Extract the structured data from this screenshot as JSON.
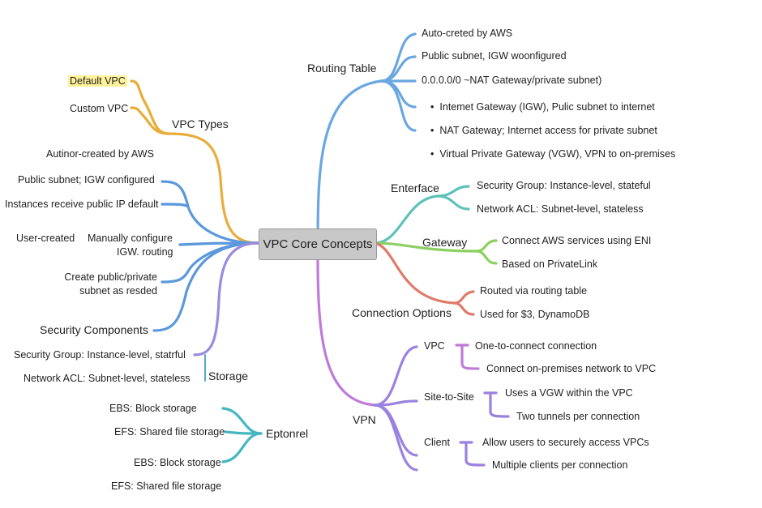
{
  "center": "VPC Core Concepts",
  "vpc_types": {
    "label": "VPC Types",
    "default_vpc": "Default VPC",
    "custom_vpc": "Custom VPC"
  },
  "left_default": {
    "heading": "Autinor-created by AWS",
    "items": [
      "Public subnet; IGW configured",
      "Instances receive public IP default"
    ]
  },
  "left_user": {
    "user_created": "User-created",
    "manual_1": "Manually configure",
    "manual_2": "IGW. routing",
    "subnet_1": "Create public/private",
    "subnet_2": "subnet as resded"
  },
  "security": {
    "label": "Security Components",
    "sg": "Security Group: Instance-level, statrful",
    "nacl": "Network ACL: Subnet-level, stateless"
  },
  "storage": {
    "label": "Storage",
    "sub_label": "Eptonrel",
    "items": [
      "EBS: Block storage",
      "EFS: Shared file storage",
      "EBS: Block storage",
      "EFS: Shared file storage"
    ]
  },
  "routing": {
    "label": "Routing Table",
    "items": [
      "Auto-creted by AWS",
      "Public subnet, IGW woonfigured",
      "0.0.0.0/0 ~NAT Gateway/private subnet)"
    ],
    "bullets": [
      "Intemet Gateway (IGW), Pulic subnet to internet",
      "NAT Gateway; Internet access for private subnet",
      "Virtual Private Gateway (VGW), VPN to on-premises"
    ]
  },
  "interface": {
    "label": "Enterface",
    "items": [
      "Security Group: Instance-level, stateful",
      "Network ACL: Subnet-level, stateless"
    ]
  },
  "gateway": {
    "label": "Gateway",
    "items": [
      "Connect AWS services using ENI",
      "Based on PrivateLink"
    ]
  },
  "connection": {
    "label": "Connection Options",
    "items": [
      "Routed via routing table",
      "Used for $3, DynamoDB"
    ]
  },
  "vpn": {
    "label": "VPN",
    "vpc": "VPC",
    "vpc_items": [
      "One-to-connect connection",
      "Connect on-premises network to VPC"
    ],
    "site": "Site-to-Site",
    "site_items": [
      "Uses a VGW within the VPC",
      "Two tunnels per connection"
    ],
    "client": "Client",
    "client_items": [
      "Allow users to securely access VPCs",
      "Multiple clients per connection"
    ]
  },
  "colors": {
    "vpc_types": "#e8ad3a",
    "left": "#5b98dc",
    "security": "#9a8be0",
    "storage": "#46b7c0",
    "routing": "#6aa7e0",
    "interface": "#5ec2b8",
    "gateway": "#8bd060",
    "connection": "#e07a6a",
    "vpn": "#c07ad8",
    "vpn_sub": "#9b82e0"
  }
}
